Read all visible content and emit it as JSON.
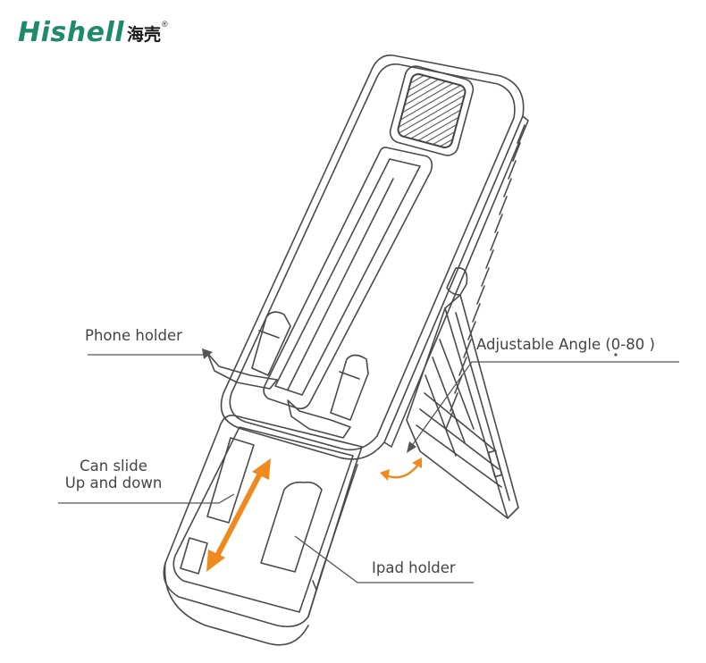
{
  "brand": {
    "wordmark": "Hishell",
    "chinese_name": "海壳",
    "registered_mark": "®",
    "wordmark_color": "#1f8a6b"
  },
  "callouts": {
    "phone_holder": "Phone holder",
    "adjustable_angle": "Adjustable Angle (0-80 )",
    "slide_line1": "Can slide",
    "slide_line2": "Up and down",
    "ipad_holder": "Ipad holder"
  },
  "colors": {
    "arrow": "#f08a1e",
    "line_art": "#4a4a4a",
    "leader": "#555555"
  }
}
